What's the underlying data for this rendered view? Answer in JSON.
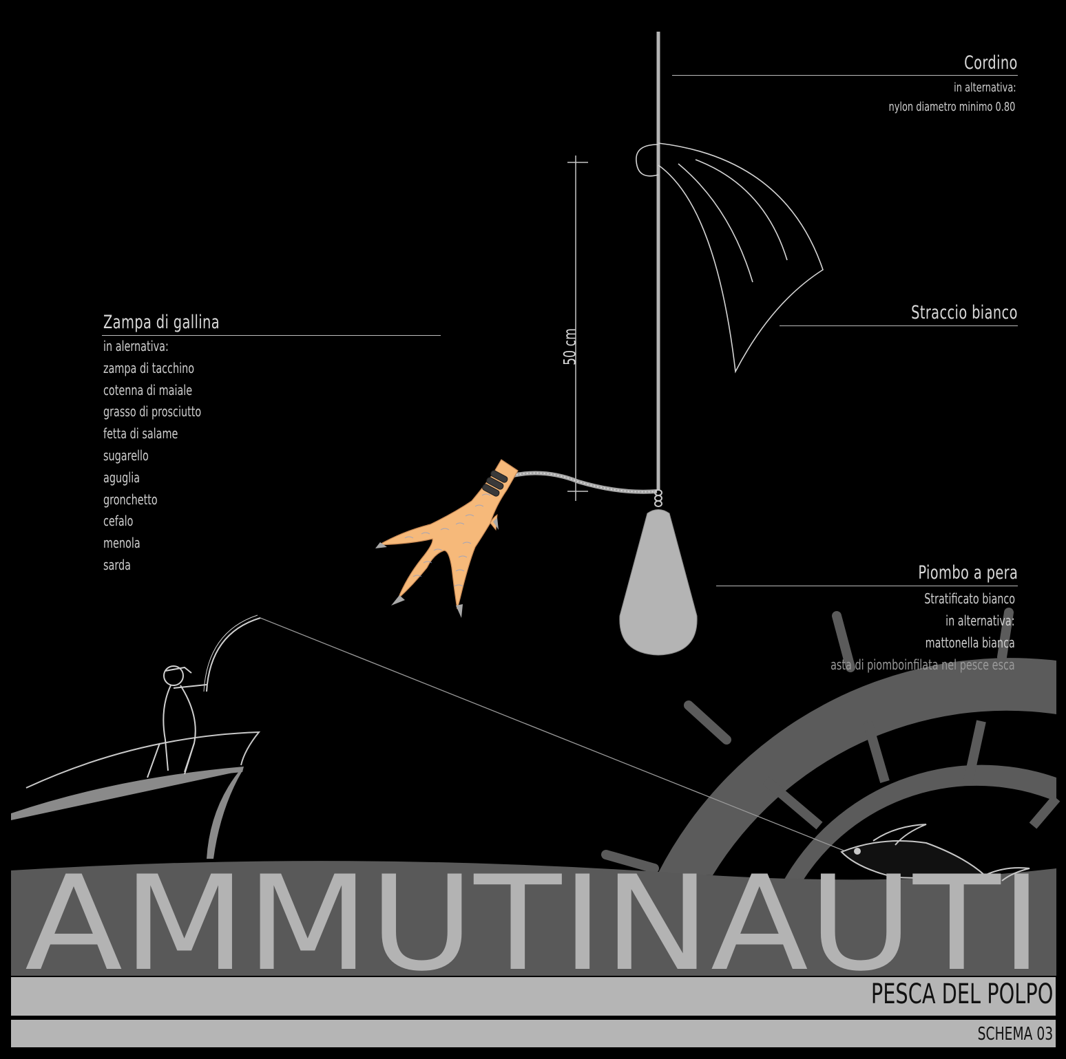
{
  "labels": {
    "cordino": {
      "title": "Cordino",
      "lines": [
        "in alternativa:",
        "nylon diametro minimo 0.80"
      ]
    },
    "straccio": {
      "title": "Straccio bianco"
    },
    "zampa": {
      "title": "Zampa di gallina",
      "lines": [
        "in alernativa:",
        "zampa di tacchino",
        "cotenna di maiale",
        "grasso di prosciutto",
        "fetta di salame",
        "sugarello",
        "aguglia",
        "gronchetto",
        "cefalo",
        "menola",
        "sarda"
      ]
    },
    "piombo": {
      "title": "Piombo a pera",
      "lines": [
        "Stratificato bianco",
        "in alternativa:",
        "mattonella bianca",
        "asta di piomboinfilata nel pesce esca"
      ]
    },
    "dimension": "50 cm"
  },
  "brand": {
    "name": "AMMUTINAUTI",
    "subtitle": "PESCA DEL POLPO",
    "schema": "SCHEMA 03"
  },
  "colors": {
    "background": "#000000",
    "line": "#c8c8c8",
    "lead": "#b4b4b4",
    "wheel": "#5a5a5a",
    "brand_text": "#b3b3b3",
    "band": "#b5b5b5",
    "claw": "#f6b97a"
  }
}
